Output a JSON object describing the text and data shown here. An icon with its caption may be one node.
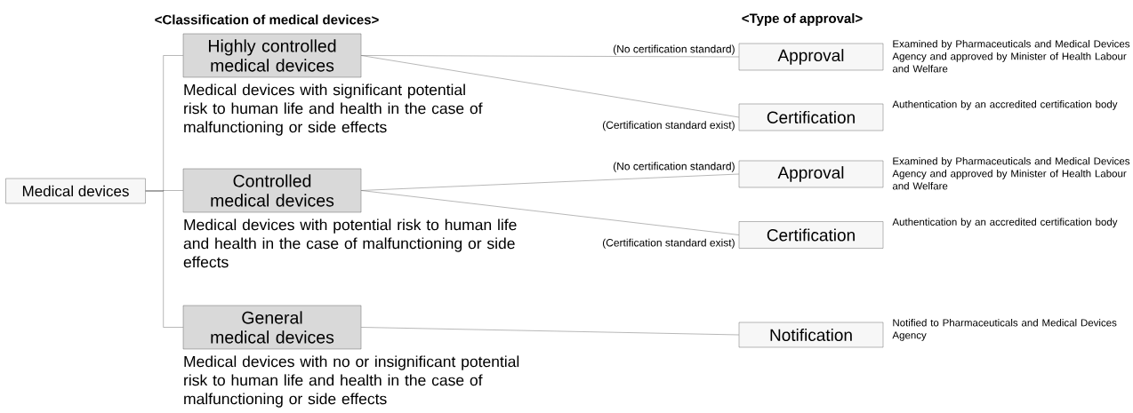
{
  "diagram": {
    "nodes": [
      {
        "text": [
          "Medical devices"
        ]
      },
      {
        "text": [
          "Highly controlled medical devices"
        ],
        "beside": [
          "Medical devices with significant potential risk to human life and health in the case of malfunctioning or side effects"
        ]
      },
      {
        "text": [
          "Controlled medical devices"
        ],
        "beside": [
          "Medical devices with potential risk to human life and health in the case of malfunctioning or side effects"
        ]
      },
      {
        "text": [
          "General medical devices"
        ],
        "beside": [
          "Medical devices with no or insignificant potential risk to human life and health in the case of malfunctioning or side effects"
        ]
      },
      {
        "text": [
          "Approval"
        ],
        "beside": [
          "Examined by Pharmaceuticals and Medical Devices Agency and approved by Minister of Health Labour and Welfare"
        ]
      },
      {
        "text": [
          "Certification"
        ],
        "beside": [
          "Authentication by an accredited certification body"
        ]
      },
      {
        "text": [
          "Approval"
        ],
        "beside": [
          "Examined by Pharmaceuticals and Medical Devices Agency and approved by Minister of Health Labour and Welfare"
        ]
      },
      {
        "text": [
          "Certification"
        ],
        "beside": [
          "Authentication by an accredited certification body"
        ]
      },
      {
        "text": [
          "Notification"
        ],
        "beside": [
          "Notified to Pharmaceuticals and Medical Devices Agency"
        ]
      }
    ],
    "edges": [
      {
        "from": 0,
        "to": 1,
        "arrow": "none"
      },
      {
        "from": 0,
        "to": 2,
        "arrow": "none"
      },
      {
        "from": 0,
        "to": 3,
        "arrow": "none"
      },
      {
        "from": 1,
        "to": 4,
        "arrow": "none",
        "label": "(No certification standard)"
      },
      {
        "from": 1,
        "to": 5,
        "arrow": "none",
        "label": "(Certification standard exist)"
      },
      {
        "from": 2,
        "to": 6,
        "arrow": "none",
        "label": "(No certification standard)"
      },
      {
        "from": 2,
        "to": 7,
        "arrow": "none",
        "label": "(Certification standard exist)"
      },
      {
        "from": 3,
        "to": 8,
        "arrow": "none"
      }
    ],
    "labels": [
      "<Classification of medical devices>",
      "<Type of approval>"
    ]
  }
}
